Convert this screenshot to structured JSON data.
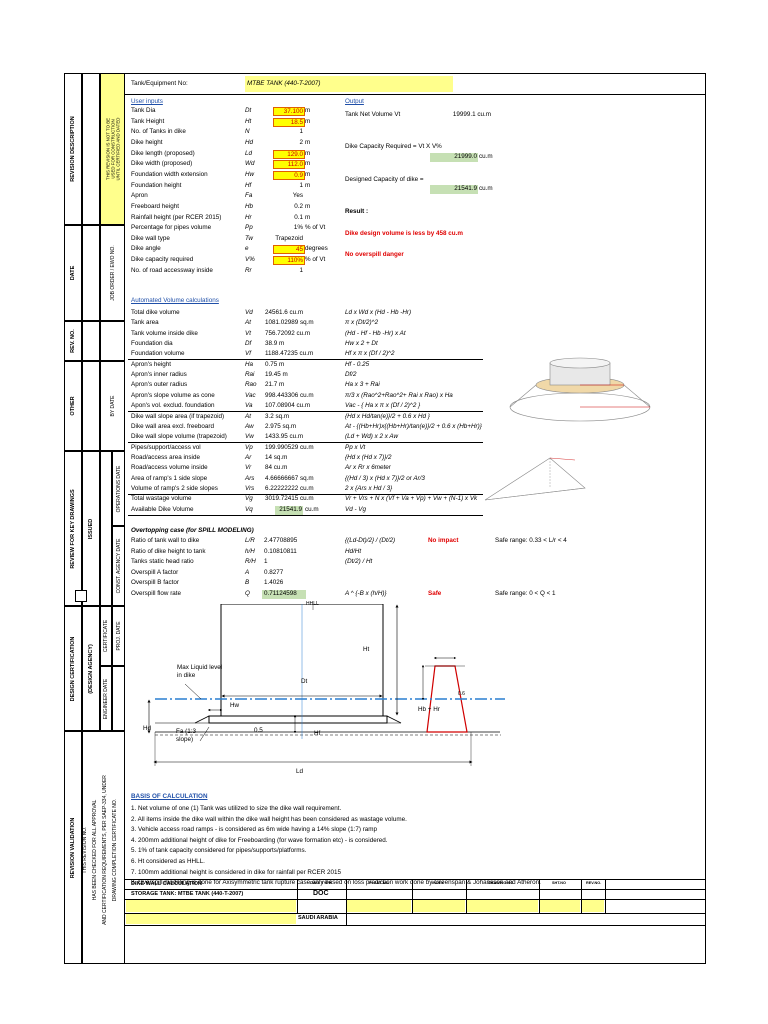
{
  "left_strip": {
    "revision_description": "REVISION DESCRIPTION",
    "revision_note": "THIS REVISION IS NOT TO BE USED FOR CONSTRUCTION UNTIL CERTIFIED AND DATED",
    "date": "DATE",
    "job_order_no": "JOB ORDER / EWO NO.",
    "rev_no": "REV. NO.",
    "other": "OTHER",
    "by_date": "BY DATE",
    "operations_date": "OPERATIONS DATE",
    "const_agency_date": "CONST. AGENCY DATE",
    "review_for_key_drawings": "REVIEW FOR KEY DRAWINGS",
    "issued": "ISSUED",
    "certificate": "CERTIFICATE",
    "proj_date": "PROJ. DATE",
    "engineer_date": "ENGINEER DATE",
    "design_certification": "DESIGN CERTIFICATION",
    "design_agency": "(DESIGN AGENCY)",
    "revision_validation": "REVISION VALIDATION",
    "validation_lines": [
      "THIS REVISION NO.",
      "HAS BEEN CHECKED FOR ALL APPROVAL",
      "AND CERTIFICATION REQUIREMENTS, PER SAEP-334, UNDER",
      "DRAWING COMPLETION CERTIFICATE NO."
    ]
  },
  "header": {
    "tank_label": "Tank/Equipment No:",
    "tank_value": "MTBE TANK (440-T-2007)"
  },
  "inputs": {
    "title": "User inputs",
    "rows": [
      {
        "label": "Tank Dia",
        "sym": "Dt",
        "val": "37.100",
        "unit": "m",
        "style": "orange"
      },
      {
        "label": "Tank Height",
        "sym": "Ht",
        "val": "18.5",
        "unit": "m",
        "style": "orange"
      },
      {
        "label": "No. of Tanks in dike",
        "sym": "N",
        "val": "1",
        "unit": "",
        "style": "plain"
      },
      {
        "label": "Dike height",
        "sym": "Hd",
        "val": "2",
        "unit": "m",
        "style": "plain"
      },
      {
        "label": "Dike length (proposed)",
        "sym": "Ld",
        "val": "129.0",
        "unit": "m",
        "style": "orange"
      },
      {
        "label": "Dike width (proposed)",
        "sym": "Wd",
        "val": "112.0",
        "unit": "m",
        "style": "orange"
      },
      {
        "label": "Foundation width extension",
        "sym": "Hw",
        "val": "0.9",
        "unit": "m",
        "style": "orange"
      },
      {
        "label": "Foundation height",
        "sym": "Hf",
        "val": "1",
        "unit": "m",
        "style": "plain"
      },
      {
        "label": "Apron",
        "sym": "Fa",
        "val": "Yes",
        "unit": "",
        "style": "plain"
      },
      {
        "label": "Freeboard height",
        "sym": "Hb",
        "val": "0.2",
        "unit": "m",
        "style": "plain"
      },
      {
        "label": "Rainfall height (per RCER 2015)",
        "sym": "Hr",
        "val": "0.1",
        "unit": "m",
        "style": "plain"
      },
      {
        "label": "Percentage for pipes volume",
        "sym": "Pp",
        "val": "1%",
        "unit": "% of Vt",
        "style": "plain"
      },
      {
        "label": "Dike wall type",
        "sym": "Tw",
        "val": "Trapezoid",
        "unit": "",
        "style": "plain"
      },
      {
        "label": "Dike angle",
        "sym": "e",
        "val": "45",
        "unit": "degrees",
        "style": "orange"
      },
      {
        "label": "Dike capacity required",
        "sym": "V%",
        "val": "110%",
        "unit": "% of Vt",
        "style": "orange"
      },
      {
        "label": "No. of road accessway inside",
        "sym": "Rr",
        "val": "1",
        "unit": "",
        "style": "plain"
      }
    ]
  },
  "output": {
    "title": "Output",
    "net_volume_label": "Tank Net Volume Vt",
    "net_volume_value": "19999.1 cu.m",
    "capacity_required_label": "Dike Capacity Required = Vt X V%",
    "capacity_required_value": "21999.0",
    "capacity_required_unit": "cu.m",
    "designed_label": "Designed Capacity of dike =",
    "designed_value": "21541.9",
    "designed_unit": "cu.m",
    "result_label": "Result :",
    "result_1": "Dike design volume is less by 458 cu.m",
    "result_2": "No overspill danger"
  },
  "auto": {
    "title": "Automated Volume calculations",
    "rows": [
      {
        "label": "Total dike volume",
        "sym": "Vd",
        "val": "24561.6 cu.m",
        "formula": "Ld x Wd x (Hd - Hb -Hr)"
      },
      {
        "label": "Tank area",
        "sym": "At",
        "val": "1081.02989 sq.m",
        "formula": "π x (Dt/2)^2"
      },
      {
        "label": "Tank volume inside dike",
        "sym": "Vt",
        "val": "756.72092 cu.m",
        "formula": "(Hd - Hf - Hb -Hr) x At"
      },
      {
        "label": "Foundation dia",
        "sym": "Df",
        "val": "38.9 m",
        "formula": "Hw x 2 + Dt"
      },
      {
        "label": "Foundation volume",
        "sym": "Vf",
        "val": "1188.47235 cu.m",
        "formula": "Hf x π x (Df / 2)^2"
      },
      {
        "label": "Apron's height",
        "sym": "Ha",
        "val": "0.75 m",
        "formula": "Hf - 0.25"
      },
      {
        "label": "Apron's inner radius",
        "sym": "Rai",
        "val": "19.45 m",
        "formula": "Df/2"
      },
      {
        "label": "Apron's outer radius",
        "sym": "Rao",
        "val": "21.7 m",
        "formula": "Ha x 3 + Rai"
      },
      {
        "label": "Apron's slope volume as cone",
        "sym": "Vac",
        "val": "998.443306 cu.m",
        "formula": "π/3 x (Rao^2+Rao^2+ Rai x Rao) x Ha"
      },
      {
        "label": "Apon's vol. exclud. foundation",
        "sym": "Va",
        "val": "107.08904 cu.m",
        "formula": "Vac - { Ha x π x (Df / 2)^2 }"
      },
      {
        "label": "Dike wall slope area (if trapezoid)",
        "sym": "At",
        "val": "3.2 sq.m",
        "formula": "{Hd x Hd/tan(e)}/2 + 0.6 x Hd }"
      },
      {
        "label": "Dike wall area excl. freeboard",
        "sym": "Aw",
        "val": "2.975 sq.m",
        "formula": "At - {(Hb+Hr)x{(Hb+Hr)/tan(e)}/2 + 0.6 x (Hb+Hr)}"
      },
      {
        "label": "Dike wall slope volume (trapezoid)",
        "sym": "Vw",
        "val": "1433.95 cu.m",
        "formula": "(Ld + Wd) x 2 x Aw"
      },
      {
        "label": "Pipes/support/access vol",
        "sym": "Vp",
        "val": "199.990529 cu.m",
        "formula": "Pp x Vt"
      },
      {
        "label": "Road/access area inside",
        "sym": "Ar",
        "val": "14 sq.m",
        "formula": "{Hd x (Hd x 7)}/2"
      },
      {
        "label": "Road/access volume inside",
        "sym": "Vr",
        "val": "84 cu.m",
        "formula": "Ar x Rr x 6meter"
      },
      {
        "label": "Area of ramp's 1 side slope",
        "sym": "Ars",
        "val": "4.66666667 sq.m",
        "formula": "{(Hd / 3) x (Hd x 7)}/2   or   Ar/3"
      },
      {
        "label": "Volume of ramp's 2 side slopes",
        "sym": "Vrs",
        "val": "6.22222222 cu.m",
        "formula": "2 x {Ars x Hd / 3}"
      },
      {
        "label": "Total wastage volume",
        "sym": "Vg",
        "val": "3019.72415 cu.m",
        "formula": "Vr + Vrs + N x (Vf + Va + Vp) + Vw + (N-1) x Vk"
      },
      {
        "label": "Available Dike Volume",
        "sym": "Vq",
        "val": "21541.9",
        "unit": "cu.m",
        "formula": "Vd - Vg",
        "green": true
      }
    ]
  },
  "overtopping": {
    "title": "Overtopping case (for SPILL MODELING)",
    "rows": [
      {
        "label": "Ratio of tank wall to dike",
        "sym": "L/R",
        "val": "2.47708895",
        "formula": "{(Ld-Dt)/2} / (Dt/2)",
        "status": "No impact",
        "range": "Safe range: 0.33 < L/r < 4"
      },
      {
        "label": "Ratio of dike height to tank",
        "sym": "h/H",
        "val": "0.10810811",
        "formula": "Hd/Ht",
        "status": "",
        "range": ""
      },
      {
        "label": "Tanks static head ratio",
        "sym": "R/H",
        "val": "1",
        "formula": "(Dt/2) / Ht",
        "status": "",
        "range": ""
      },
      {
        "label": "Overspill A factor",
        "sym": "A",
        "val": "0.8277",
        "formula": "",
        "status": "",
        "range": ""
      },
      {
        "label": "Overspill B factor",
        "sym": "B",
        "val": "1.4026",
        "formula": "",
        "status": "",
        "range": ""
      },
      {
        "label": "Overspill flow rate",
        "sym": "Q",
        "val": "0.71124598",
        "formula": "A ^ {-B x (h/H)}",
        "status": "Safe",
        "range": "Safe range: 0 < Q < 1",
        "green": true
      }
    ]
  },
  "diagram": {
    "hhll": "HHLL",
    "ht": "Ht",
    "dt": "Dt",
    "max_liquid": "Max Liquid level",
    "in_dike": "in dike",
    "hw": "Hw",
    "hd": "Hd",
    "fa": "Fa (1:3",
    "slope": "slope)",
    "v05": "0.5",
    "hf": "Hf",
    "hbhr": "Hb + Hr",
    "v06": "0.6",
    "ld": "Ld"
  },
  "basis": {
    "title": "BASIS OF CALCULATION",
    "items": [
      "1. Net volume of one (1) Tank was utilized to size the dike wall requirement.",
      "2. All items inside the dike wall within the dike wall height has been considered as wastage volume.",
      "3. Vehicle access road ramps - is considered as 6m wide having a 14% slope (1:7) ramp",
      "4. 200mm additional height of dike for Freeboarding (for wave formation etc) - is considered.",
      "5. 1% of tank capacity considered for pipes/supports/platforms.",
      "6. Ht considered as HHLL.",
      "7. 100mm additional height is considered in dike for rainfall per RCER 2015",
      "8. Overspill modeling is done for Axisymmetric tank rupture case only based on loss prediction work done by Greenspan & Johansson and Atheron."
    ]
  },
  "title_block": {
    "title1": "DIKE WALL CALCULATION",
    "title2": "STORAGE TANK: MTBE TANK (440-T-2007)",
    "dwg_type_label": "DWG. TYPE",
    "dwg_type": "DOC",
    "plant_no": "PLANT NO.",
    "index": "INDEX",
    "drawing_no": "DRAWING NO.",
    "sht_no": "SHT.NO",
    "rev_no": "REV.NO.",
    "country": "SAUDI ARABIA"
  },
  "colors": {
    "input_yellow": "#ffff8c",
    "cell_orange": "#ffff00",
    "green": "#c6e0b4",
    "accent_blue": "#1f4fa8",
    "warning_red": "#e00000"
  }
}
